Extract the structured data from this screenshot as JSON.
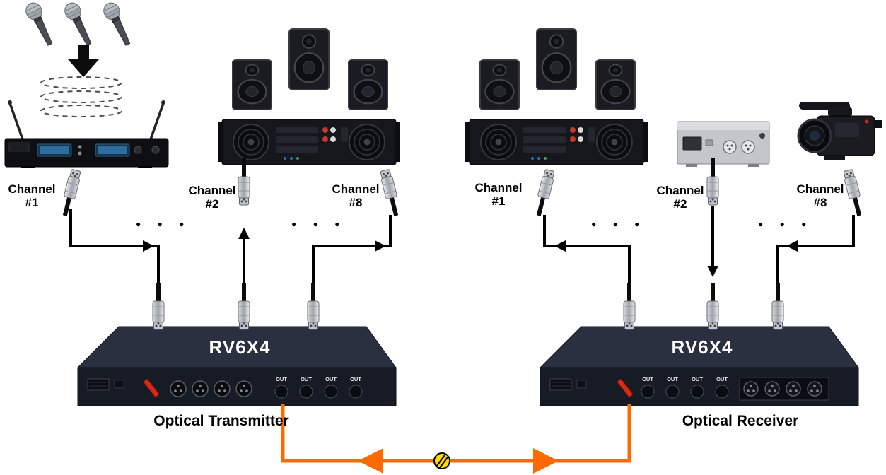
{
  "colors": {
    "fiber": "#ff6a00",
    "fiber_node": "#ffd900",
    "cable": "#000000"
  },
  "transmitter": {
    "model": "RV6X4",
    "caption": "Optical Transmitter",
    "channels": [
      {
        "line1": "Channel",
        "line2": "#1"
      },
      {
        "line1": "Channel",
        "line2": "#2"
      },
      {
        "line1": "Channel",
        "line2": "#8"
      }
    ],
    "ports": [
      "OUT",
      "OUT",
      "OUT",
      "OUT"
    ]
  },
  "receiver": {
    "model": "RV6X4",
    "caption": "Optical Receiver",
    "channels": [
      {
        "line1": "Channel",
        "line2": "#1"
      },
      {
        "line1": "Channel",
        "line2": "#2"
      },
      {
        "line1": "Channel",
        "line2": "#8"
      }
    ],
    "ports": [
      "OUT",
      "OUT",
      "OUT",
      "OUT"
    ]
  },
  "ellipsis": "● ● ●",
  "icons": {
    "microphones": "wireless-microphones-icon",
    "down_arrow": "down-arrow-icon",
    "wireless_signal": "wireless-signal-icon",
    "mic_receiver": "wireless-mic-receiver-icon",
    "speaker": "speaker-icon",
    "amplifier": "power-amplifier-icon",
    "audio_device": "audio-device-icon",
    "camera": "video-camera-icon",
    "xlr_plug": "xlr-connector-icon",
    "fiber_node": "fiber-connector-icon"
  }
}
